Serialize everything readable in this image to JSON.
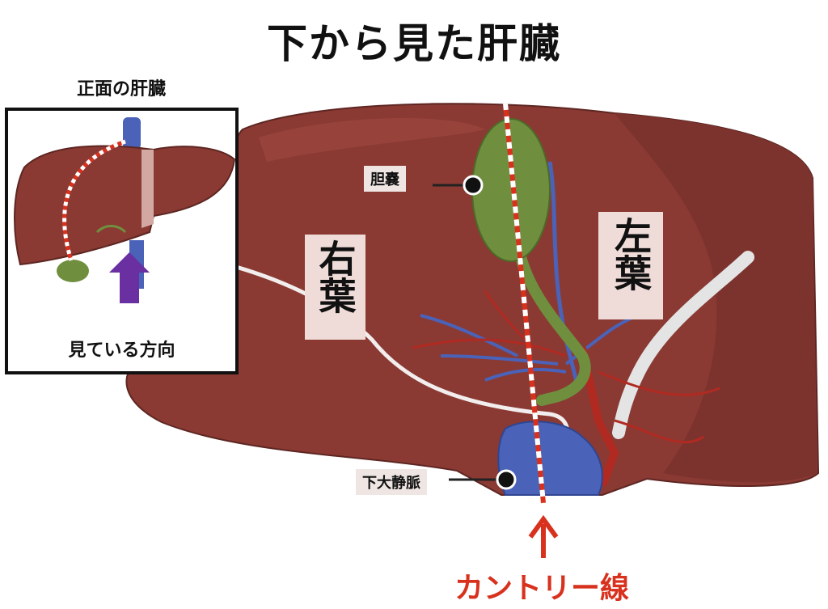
{
  "title": "下から見た肝臓",
  "inset": {
    "title": "正面の肝臓",
    "view_direction_label": "見ている方向"
  },
  "labels": {
    "right_lobe": "右葉",
    "left_lobe": "左葉",
    "gallbladder": "胆嚢",
    "ivc": "下大静脈",
    "cantlie_line": "カントリー線"
  },
  "colors": {
    "liver": "#8a3a33",
    "gallbladder": "#6f8f3e",
    "vein": "#4a62b8",
    "artery": "#b02a22",
    "cantlie": "#d8321e",
    "arrow": "#6a2fa0"
  }
}
